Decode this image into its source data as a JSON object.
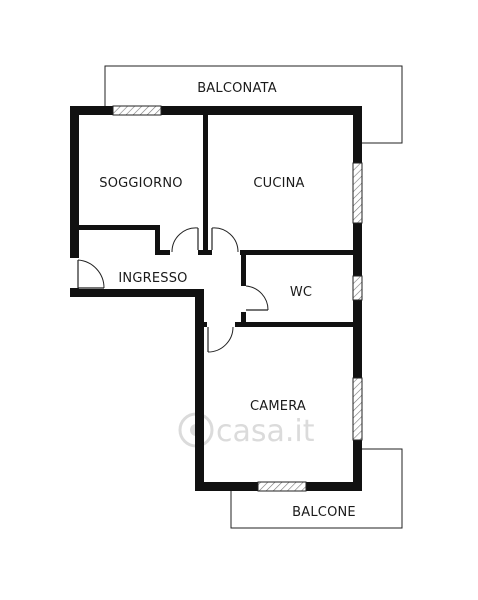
{
  "rooms": {
    "balconata": "BALCONATA",
    "soggiorno": "SOGGIORNO",
    "cucina": "CUCINA",
    "ingresso": "INGRESSO",
    "wc": "WC",
    "camera": "CAMERA",
    "balcone": "BALCONE"
  },
  "watermark": "casa.it",
  "colors": {
    "wall": "#111111",
    "background": "#ffffff",
    "watermark": "#d8d8d8"
  }
}
